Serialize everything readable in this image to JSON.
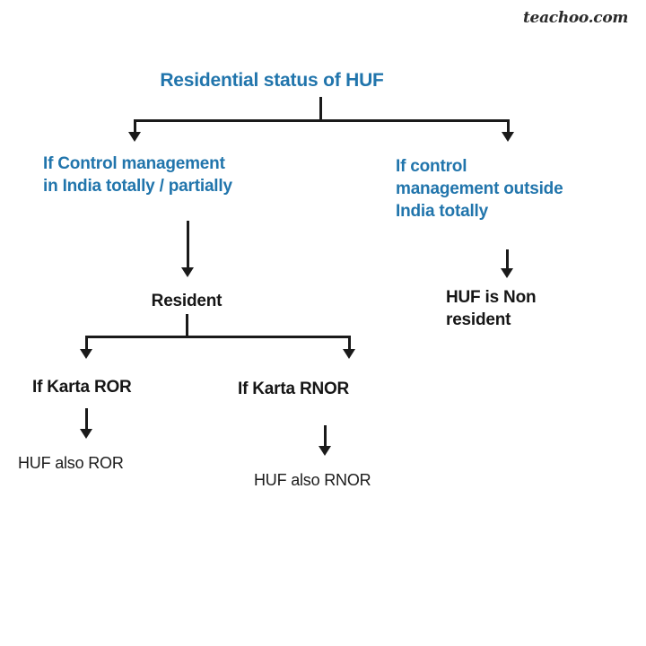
{
  "watermark": {
    "text": "teachoo.com"
  },
  "colors": {
    "blue": "#2175ac",
    "black": "#161616",
    "connector": "#1a1a1a",
    "background": "#ffffff"
  },
  "diagram": {
    "title": "Residential status of HUF",
    "nodes": {
      "root": "Residential status of HUF",
      "branch_left": "If Control management\nin India totally / partially",
      "branch_right": "If control\nmanagement outside\nIndia totally",
      "resident": "Resident",
      "non_resident": "HUF is Non\nresident",
      "karta_ror": "If Karta ROR",
      "karta_rnor": "If Karta RNOR",
      "huf_also_ror": "HUF also ROR",
      "huf_also_rnor": "HUF also RNOR"
    },
    "edges": [
      {
        "from": "root",
        "to": "branch_left",
        "style": "elbow-down-left"
      },
      {
        "from": "root",
        "to": "branch_right",
        "style": "elbow-down-right"
      },
      {
        "from": "branch_left",
        "to": "resident",
        "style": "straight-down"
      },
      {
        "from": "branch_right",
        "to": "non_resident",
        "style": "straight-down"
      },
      {
        "from": "resident",
        "to": "karta_ror",
        "style": "elbow-down-left"
      },
      {
        "from": "resident",
        "to": "karta_rnor",
        "style": "elbow-down-right"
      },
      {
        "from": "karta_ror",
        "to": "huf_also_ror",
        "style": "straight-down"
      },
      {
        "from": "karta_rnor",
        "to": "huf_also_rnor",
        "style": "straight-down"
      }
    ]
  }
}
